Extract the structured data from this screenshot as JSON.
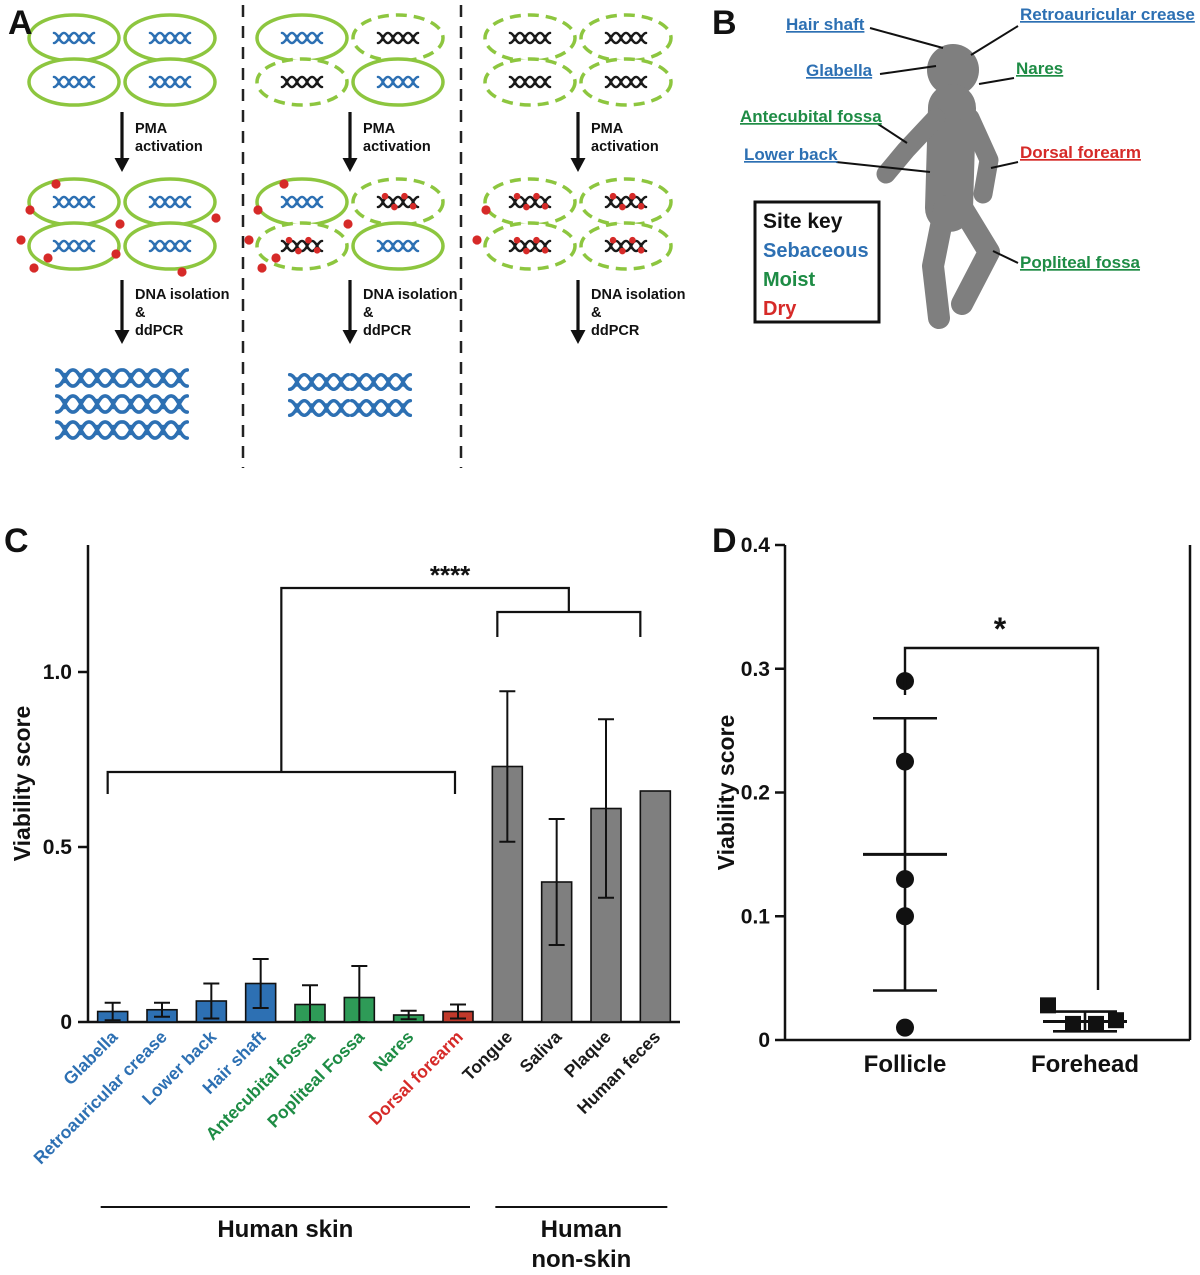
{
  "panels": {
    "a": "A",
    "b": "B",
    "c": "C",
    "d": "D"
  },
  "panel_a": {
    "arrow1_label_lines": [
      "PMA",
      "activation"
    ],
    "arrow2_label_lines": [
      "DNA isolation",
      "&",
      "ddPCR"
    ],
    "columns": [
      {
        "cells": [
          "live",
          "live",
          "live",
          "live"
        ],
        "free_dots": 9,
        "output_helices": 6
      },
      {
        "cells": [
          "live",
          "dead",
          "dead",
          "live"
        ],
        "free_dots": 6,
        "output_helices": 4
      },
      {
        "cells": [
          "dead",
          "dead",
          "dead",
          "dead"
        ],
        "free_dots": 2,
        "output_helices": 0
      }
    ],
    "colors": {
      "live_membrane": "#8dc63f",
      "live_dna": "#2d70b3",
      "dead_dna": "#1a1a1a",
      "pma_dot": "#d62a28"
    }
  },
  "panel_b": {
    "site_key": {
      "title": "Site key",
      "entries": [
        {
          "label": "Sebaceous",
          "color": "#2d70b3"
        },
        {
          "label": "Moist",
          "color": "#1e8c45"
        },
        {
          "label": "Dry",
          "color": "#d62a28"
        }
      ]
    },
    "sites": [
      {
        "label": "Hair shaft",
        "type": "sebaceous"
      },
      {
        "label": "Retroauricular crease",
        "type": "sebaceous"
      },
      {
        "label": "Glabella",
        "type": "sebaceous"
      },
      {
        "label": "Nares",
        "type": "moist"
      },
      {
        "label": "Antecubital fossa",
        "type": "moist"
      },
      {
        "label": "Lower back",
        "type": "sebaceous"
      },
      {
        "label": "Dorsal forearm",
        "type": "dry"
      },
      {
        "label": "Popliteal fossa",
        "type": "moist"
      }
    ]
  },
  "chart_data": [
    {
      "type": "bar",
      "panel": "C",
      "ylabel": "Viability score",
      "ylim": [
        0,
        1.36
      ],
      "yticks": [
        0,
        0.5,
        1.0
      ],
      "categories": [
        "Glabella",
        "Retroauricular crease",
        "Lower back",
        "Hair shaft",
        "Antecubital fossa",
        "Popliteal Fossa",
        "Nares",
        "Dorsal forearm",
        "Tongue",
        "Saliva",
        "Plaque",
        "Human feces"
      ],
      "values": [
        0.03,
        0.035,
        0.06,
        0.11,
        0.05,
        0.07,
        0.02,
        0.03,
        0.73,
        0.4,
        0.61,
        0.66
      ],
      "errors": [
        0.025,
        0.02,
        0.05,
        0.07,
        0.055,
        0.09,
        0.012,
        0.02,
        0.215,
        0.18,
        0.255,
        0
      ],
      "bar_colors": [
        "#2d70b3",
        "#2d70b3",
        "#2d70b3",
        "#2d70b3",
        "#2e9b57",
        "#2e9b57",
        "#2e9b57",
        "#c0392b",
        "#7f7f7f",
        "#7f7f7f",
        "#7f7f7f",
        "#7f7f7f"
      ],
      "label_colors": [
        "#2d70b3",
        "#2d70b3",
        "#2d70b3",
        "#2d70b3",
        "#1e8c45",
        "#1e8c45",
        "#1e8c45",
        "#d62a28",
        "#1a1a1a",
        "#1a1a1a",
        "#1a1a1a",
        "#1a1a1a"
      ],
      "significance": "****",
      "groups": [
        {
          "label": "Human skin",
          "label_lines": [
            "Human skin"
          ],
          "from": 0,
          "to": 7
        },
        {
          "label": "Human non-skin",
          "label_lines": [
            "Human",
            "non-skin"
          ],
          "from": 8,
          "to": 11
        }
      ]
    },
    {
      "type": "scatter",
      "panel": "D",
      "ylabel": "Viability score",
      "ylim": [
        0,
        0.4
      ],
      "yticks": [
        0,
        0.1,
        0.2,
        0.3,
        0.4
      ],
      "significance": "*",
      "groups": [
        {
          "label": "Follicle",
          "marker": "circle",
          "values": [
            0.29,
            0.225,
            0.13,
            0.1,
            0.01
          ],
          "x_jitter": [
            0,
            0,
            0,
            0,
            0
          ],
          "mean": 0.15,
          "sd_low": 0.04,
          "sd_high": 0.26
        },
        {
          "label": "Forehead",
          "marker": "square",
          "values": [
            0.028,
            0.013,
            0.013,
            0.016
          ],
          "x_jitter": [
            -37,
            -12,
            11,
            31
          ],
          "mean": 0.015,
          "sd_low": 0.007,
          "sd_high": 0.023
        }
      ]
    }
  ]
}
